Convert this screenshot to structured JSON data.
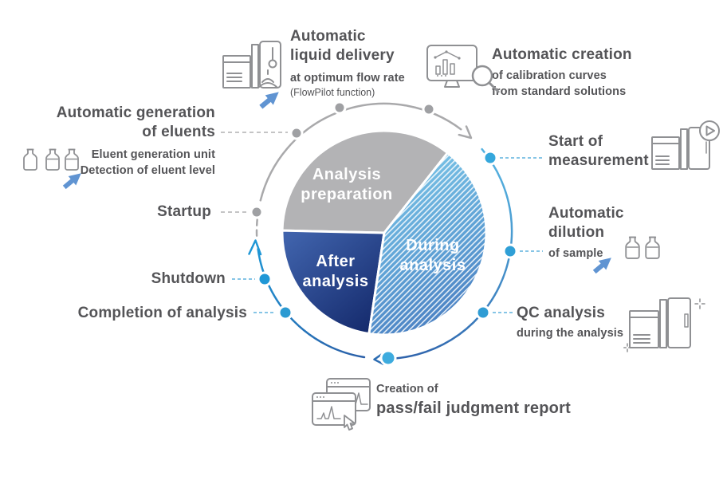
{
  "colors": {
    "accent_blue": "#2fa1d8",
    "deep_blue": "#2b5fa8",
    "navy_slice": "#1d3a7e",
    "gray_slice": "#b3b3b5",
    "gray_dot": "#9fa0a3",
    "text_gray": "#545457",
    "cursor_blue": "#6094d2"
  },
  "pie": {
    "slices": [
      {
        "name": "analysis-preparation",
        "label": "Analysis\npreparation",
        "color": "#b3b3b5",
        "sweep_deg": 127
      },
      {
        "name": "during-analysis",
        "label": "During\nanalysis",
        "color": "#5b9fd8",
        "pattern": "white-diagonal-stripes",
        "sweep_deg": 150
      },
      {
        "name": "after-analysis",
        "label": "After\nanalysis",
        "color": "#1d3a7e",
        "sweep_deg": 83
      }
    ]
  },
  "labels": {
    "liquid_delivery": {
      "title": "Automatic\nliquid delivery",
      "sub": "at optimum flow rate",
      "note": "(FlowPilot function)"
    },
    "calibration": {
      "title": "Automatic creation",
      "sub": "of calibration curves\nfrom standard solutions"
    },
    "eluents": {
      "title": "Automatic generation\nof eluents",
      "sub": "Eluent generation unit\nDetection of eluent level"
    },
    "startup": {
      "title": "Startup"
    },
    "shutdown": {
      "title": "Shutdown"
    },
    "completion": {
      "title": "Completion of analysis"
    },
    "start_measurement": {
      "title": "Start of\nmeasurement"
    },
    "dilution": {
      "title": "Automatic\ndilution",
      "sub": "of sample"
    },
    "qc": {
      "title": "QC analysis",
      "sub": "during the analysis"
    },
    "report": {
      "intro": "Creation of",
      "title": "pass/fail judgment report"
    }
  },
  "icons": [
    "liquid-delivery-instrument-icon",
    "calibration-monitor-icon",
    "eluent-bottles-icon",
    "cursor-arrow-icon",
    "start-measurement-instrument-icon",
    "sample-bottles-icon",
    "qc-instrument-icon",
    "report-windows-icon"
  ]
}
